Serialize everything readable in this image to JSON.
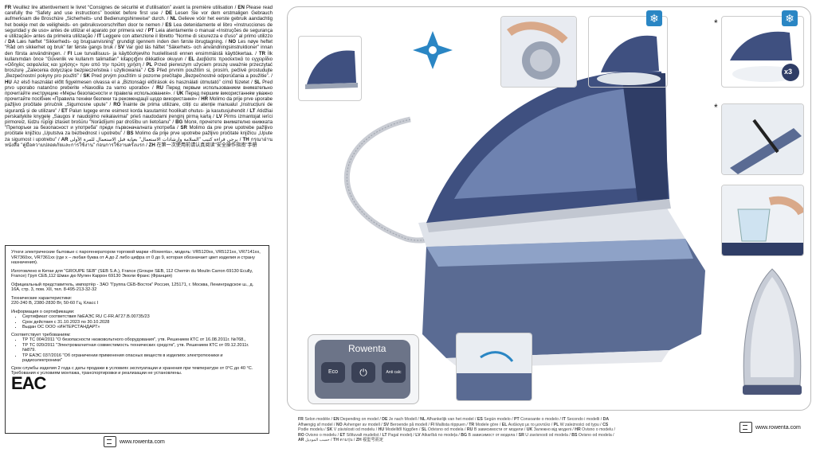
{
  "left": {
    "intro_parts": [
      {
        "code": "FR",
        "text": "Veuillez lire attentivement le livret “Consignes de sécurité et d'utilisation” avant la première utilisation / "
      },
      {
        "code": "EN",
        "text": "Please read carefully the “Safety and use instructions” booklet before first use / "
      },
      {
        "code": "DE",
        "text": "Lesen Sie vor dem erstmaligen Gebrauch aufmerksam die Broschüre „Sicherheits- und Bedienungshinweise“ durch. / "
      },
      {
        "code": "NL",
        "text": "Gelieve vóór het eerste gebruik aandachtig het boekje met de veiligheids- en gebruiksvoorschriften door te nemen / "
      },
      {
        "code": "ES",
        "text": "Lea detenidamente el libro «Instrucciones de seguridad y de uso» antes de utilizar el aparato por primera vez / "
      },
      {
        "code": "PT",
        "text": "Leia atentamente o manual «Instruções de segurança e utilização» antes da primeira utilização / "
      },
      {
        "code": "IT",
        "text": "Leggere con attenzione il libretto \"Norme di sicurezza e d'uso\" al primo utilizzo / "
      },
      {
        "code": "DA",
        "text": "Læs hæftet \"Sikkerheds- og brugsanvisning\" grundigt igennem inden den første ibrugtagning. / "
      },
      {
        "code": "NO",
        "text": "Les nøye heftet \"Råd om sikkerhet og bruk\" før første gangs bruk / "
      },
      {
        "code": "SV",
        "text": "Var god läs häftet \"Säkerhets- och användningsinstruktioner\" innan den första användningen. / "
      },
      {
        "code": "FI",
        "text": "Lue turvallisuus- ja käyttöohjeviho huolellisesti ennen ensimmäistä käyttökertaa. / "
      },
      {
        "code": "TR",
        "text": "İlk kullanımdan önce \"Güvenlik ve kullanım talimatları\" kitapçığını dikkatlice okuyun / "
      },
      {
        "code": "EL",
        "text": "Διαβάστε προσεκτικά το εγχειρίδιο «Οδηγίες ασφαλείας και χρήσης» πριν από την πρώτη χρήση / "
      },
      {
        "code": "PL",
        "text": "Przed pierwszym użyciem proszę uważnie przeczytać broszurę „Zalecenia dotyczące bezpieczeństwa i użytkowania” / "
      },
      {
        "code": "CS",
        "text": "Před prvním použitím si, prosím, pečlivě prostudujte „Bezpečnostní pokyny pro použití” / "
      },
      {
        "code": "SK",
        "text": "Pred prvým použitím si pozorne prečítajte „Bezpečnostné odporúčania a použitie”. / "
      },
      {
        "code": "HU",
        "text": "Az első használat előtt figyelmesen olvassa el a „Biztonsági előírások és használati útmutató” című füzetet / "
      },
      {
        "code": "SL",
        "text": "Pred prvo uporabo natančno preberite »Navodila za varno uporabo« / "
      },
      {
        "code": "RU",
        "text": "Перед первым использованием внимательно прочитайте инструкцию «Меры безопасности и правила использования». / "
      },
      {
        "code": "UK",
        "text": "Перед першим використанням уважно прочитайте посібник «Правила техніки безпеки та рекомендації щодо використання» / "
      },
      {
        "code": "HR",
        "text": "Molimo da prije prve uporabe pažljivo pročitate priručnik „Sigurnosne upute” / "
      },
      {
        "code": "RO",
        "text": "Înainte de prima utilizare, citiți cu atenție manualul „Instrucțiuni de siguranță și de utilizare” / "
      },
      {
        "code": "ET",
        "text": "Palun lugege enne esimest korda kasutamist hoolikalt ohutus- ja kasutusjuhendit / "
      },
      {
        "code": "LT",
        "text": "Atidžiai perskaitykite knygelę „Saugos ir naudojimo reikalavimai” prieš naudodami įrenginį pirmą kartą / "
      },
      {
        "code": "LV",
        "text": "Pirms izmantojat ierīci pirmoreiz, lūdzu rūpīgi izlasiet brošūru \"Norādījumi par drošību un lietošanu\" / "
      },
      {
        "code": "BG",
        "text": "Моля, прочетете внимателно книжката \"Препоръки за безопасност и употреба\" преди първоначалната употреба / "
      },
      {
        "code": "SR",
        "text": "Molimo da pre prve upotrebe pažljivo pročitate knjižicu „Uputstva za bezbednost i upotrebu” / "
      },
      {
        "code": "BS",
        "text": "Molimo da prije prve upotrebe pažljivo pročitate knjižicu „Upute za sigurnost i upotrebu” / "
      },
      {
        "code": "AR",
        "text": "يرجى قراءة كتيب \"السلامة وإرشادات الاستعمال\" بعناية قبل الاستعمال للمرة الأولى / "
      },
      {
        "code": "TH",
        "text": "กรุณาอ่านหนังสือ \"คู่มือความปลอดภัยและการใช้งาน\" ก่อนการใช้งานครั้งแรก / "
      },
      {
        "code": "ZH",
        "text": "在第一次使用前请认真阅读\"安全操作指南\"手册"
      }
    ],
    "ru_box": {
      "p1": "Утюги электрические бытовые с парогенератором торговой марки «Rowenta», модель: VR5120xx, VR5121xx, VR7141xx, VR7360xx, VR7361xx (где x – любая буква от A до Z либо цифра от 0 до 9, которая обозначает цвет изделия и страну назначения).",
      "p2": "Изготовлено в Китае для \"GROUPE SEB\" (SEB S.A.), France (Groupe SEB, 112 Chemin du Moulin Carron 69130 Ecully, France) Груп СЕБ,112 Шман дю Мулен Каррон 69130 Экюли Франс (Франция)",
      "p3": "Официальный представитель, импортёр - ЗАО \"Группа СЕБ-Восток\" Россия, 125171, г. Москва, Ленинградское ш., д. 16А, стр. 3, пом. XII, тел. 8-495-213-32-32",
      "p4_title": "Технические характеристики:",
      "p4": "220-240 В, 2380-2830 Вт, 50-60 Гц, Класс I",
      "cert_title": "Информация о сертификации:",
      "cert_items": [
        "Сертификат соответствия №ЕАЭС RU C-FR.АГ27.В.00735/23",
        "Срок действия с 31.10.2023 по 30.10.2028",
        "Выдан ОС ООО «ИНТЕРСТАНДАРТ»"
      ],
      "req_title": "Соответствует требованиям:",
      "req_items": [
        "ТР ТС 004/2011 \"О безопасности низковольтного оборудования\", утв. Решением КТС от 16.08.2011г. №768.,",
        "ТР ТС 020/2011 \"Электромагнитная совместимость технических средств\", утв. Решением КТС от 09.12.2011г. №879.",
        "ТР ЕАЭС 037/2016 \"Об ограничении применения опасных веществ в изделиях электротехники и радиоэлектроники\""
      ],
      "p5": "Срок службы изделия 2 года с даты продажи в условиях эксплуатации и хранения при температуре от 0°C до 40 °C.",
      "p6": "Требования к условиям монтажа, транспортировки и реализации не установлены.",
      "eac": "EAC"
    },
    "website": "www.rowenta.com"
  },
  "right": {
    "brand": "Rowenta",
    "buttons": {
      "eco": "Eco",
      "anticalc": "Anti calc"
    },
    "badge_x3": "x3",
    "asterisk": "*",
    "model_note_parts": [
      {
        "code": "FR",
        "text": "Selon modèle / "
      },
      {
        "code": "EN",
        "text": "Depending on model / "
      },
      {
        "code": "DE",
        "text": "Je nach Modell / "
      },
      {
        "code": "NL",
        "text": "Afhankelijk van het model / "
      },
      {
        "code": "ES",
        "text": "Según modelo / "
      },
      {
        "code": "PT",
        "text": "Consoante o modelo / "
      },
      {
        "code": "IT",
        "text": "Secondo i modelli / "
      },
      {
        "code": "DA",
        "text": "Afhængig af model / "
      },
      {
        "code": "NO",
        "text": "Avhenger av modell / "
      },
      {
        "code": "SV",
        "text": "Beroende på modell / "
      },
      {
        "code": "FI",
        "text": "Mallista riippuen / "
      },
      {
        "code": "TR",
        "text": "Modele göre / "
      },
      {
        "code": "EL",
        "text": "Ανάλογα με το μοντέλο / "
      },
      {
        "code": "PL",
        "text": "W zależności od typu / "
      },
      {
        "code": "CS",
        "text": "Podle modelu / "
      },
      {
        "code": "SK",
        "text": "V závislosti od modelu / "
      },
      {
        "code": "HU",
        "text": "Modelltől függően / "
      },
      {
        "code": "SL",
        "text": "Odvisno od modela / "
      },
      {
        "code": "RU",
        "text": "В зависимости от модели / "
      },
      {
        "code": "UK",
        "text": "Залежно від моделі / "
      },
      {
        "code": "HR",
        "text": "Ovisno o modelu / "
      },
      {
        "code": "RO",
        "text": "Ovisno o modelu / "
      },
      {
        "code": "ET",
        "text": "Sõltuvalt mudelist / "
      },
      {
        "code": "LT",
        "text": "Pagal modelį / "
      },
      {
        "code": "LV",
        "text": "Atkarībā no modeļa / "
      },
      {
        "code": "BG",
        "text": "В зависимост от модела / "
      },
      {
        "code": "SR",
        "text": "U zavisnosti od modela / "
      },
      {
        "code": "BS",
        "text": "Ovisno od modela / "
      },
      {
        "code": "AR",
        "text": "حسب الموديل / "
      },
      {
        "code": "TH",
        "text": "ตามรุ่น / "
      },
      {
        "code": "ZH",
        "text": "视型号而定"
      }
    ],
    "website": "www.rowenta.com",
    "colors": {
      "steel_blue": "#5a6b93",
      "light_blue": "#8ea2c7",
      "accent": "#2a86c4"
    }
  }
}
